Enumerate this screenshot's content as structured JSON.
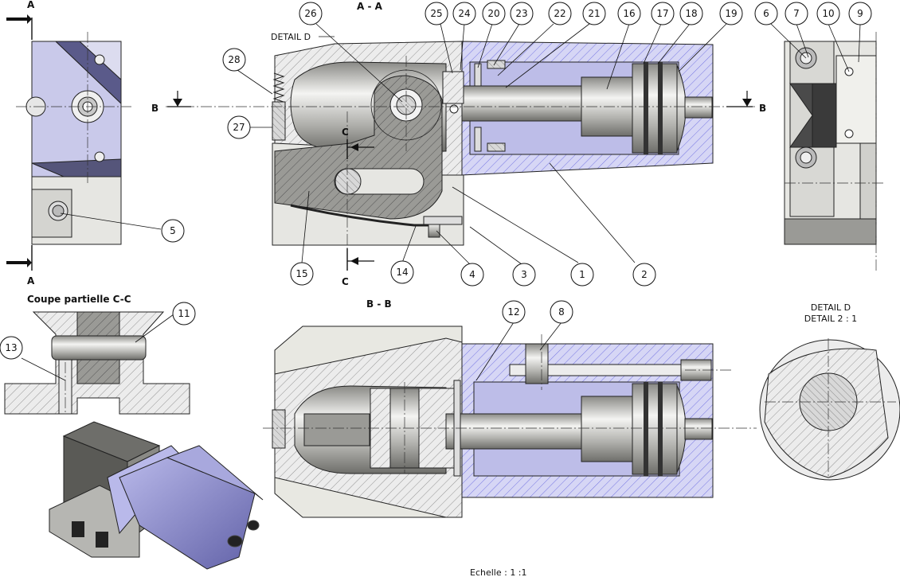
{
  "section_labels": {
    "aa_title": "A - A",
    "bb_title": "B - B",
    "cc_title": "Coupe partielle C-C",
    "detail_ref": "DETAIL D",
    "detail_title_1": "DETAIL D",
    "detail_title_2": "DETAIL 2 : 1",
    "scale": "Echelle : 1 :1"
  },
  "cut_markers": {
    "a_top": "A",
    "a_bottom": "A",
    "b_left": "B",
    "b_right": "B",
    "c_top": "C",
    "c_bottom": "C"
  },
  "balloons": [
    "26",
    "25",
    "24",
    "20",
    "23",
    "22",
    "21",
    "16",
    "17",
    "18",
    "19",
    "28",
    "27",
    "15",
    "14",
    "4",
    "3",
    "1",
    "2",
    "6",
    "7",
    "10",
    "9",
    "5",
    "11",
    "13",
    "12",
    "8"
  ],
  "colors": {
    "body_hatch": "#6b6be0",
    "body_fill": "#ccccf2",
    "steel": "#b8b8b4",
    "clamp": "#8c8c88",
    "bg_part": "#e8e8e2"
  }
}
